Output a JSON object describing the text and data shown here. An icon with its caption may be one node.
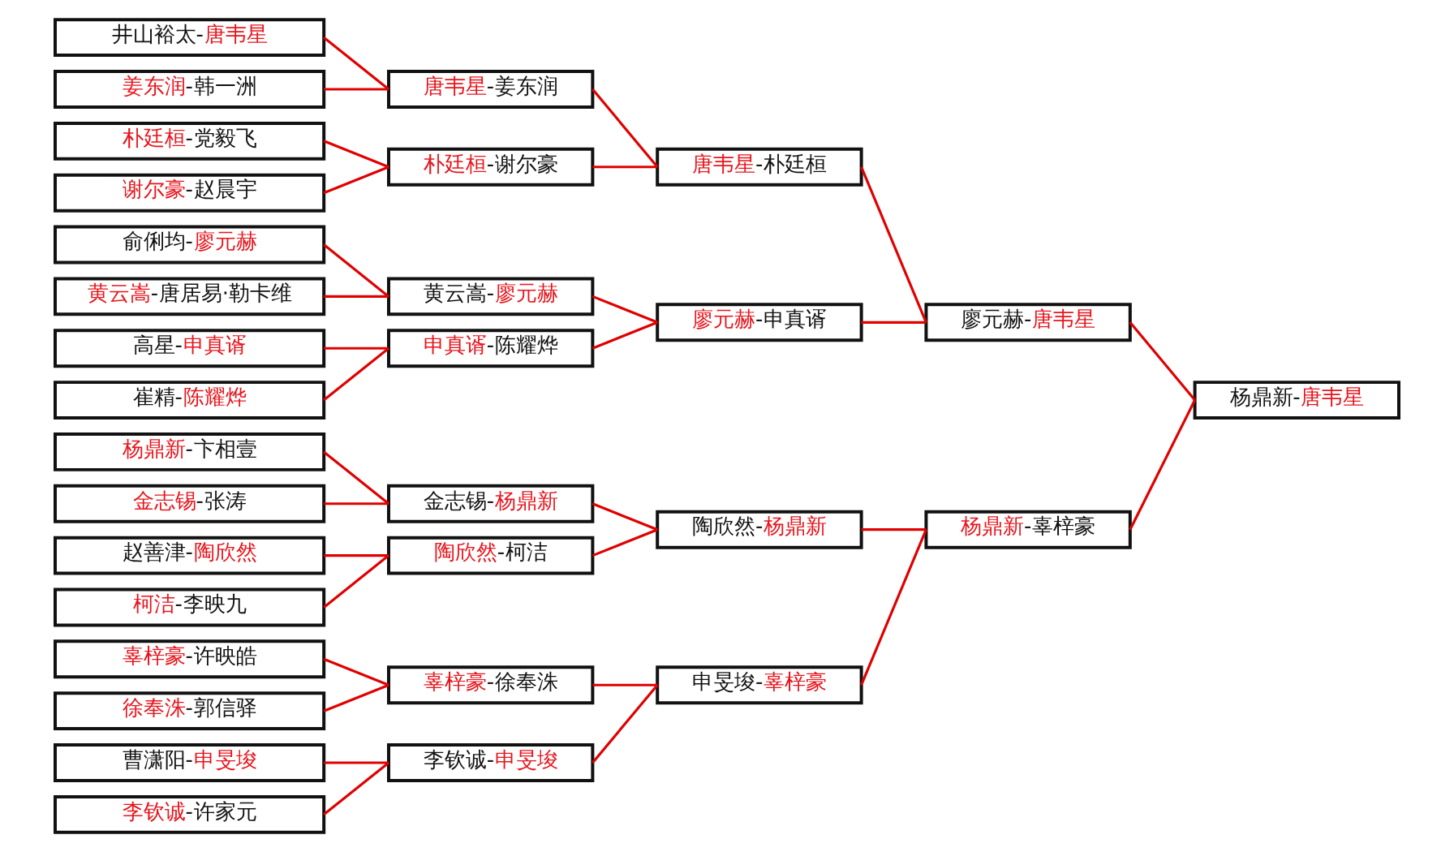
{
  "diagram": {
    "nodes": [
      {
        "text": [
          "井山裕太-唐韦星"
        ]
      },
      {
        "text": [
          "姜东润-韩一洲"
        ]
      },
      {
        "text": [
          "朴廷桓-党毅飞"
        ]
      },
      {
        "text": [
          "谢尔豪-赵晨宇"
        ]
      },
      {
        "text": [
          "俞俐均-廖元赫"
        ]
      },
      {
        "text": [
          "黄云嵩-唐居易·勒卡维"
        ]
      },
      {
        "text": [
          "高星-申真谞"
        ]
      },
      {
        "text": [
          "崔精-陈耀烨"
        ]
      },
      {
        "text": [
          "杨鼎新-卞相壹"
        ]
      },
      {
        "text": [
          "金志锡-张涛"
        ]
      },
      {
        "text": [
          "赵善津-陶欣然"
        ]
      },
      {
        "text": [
          "柯洁-李映九"
        ]
      },
      {
        "text": [
          "辜梓豪-许映皓"
        ]
      },
      {
        "text": [
          "徐奉洙-郭信驿"
        ]
      },
      {
        "text": [
          "曹潇阳-申旻埈"
        ]
      },
      {
        "text": [
          "李钦诚-许家元"
        ]
      },
      {
        "text": [
          "唐韦星-姜东润"
        ]
      },
      {
        "text": [
          "朴廷桓-谢尔豪"
        ]
      },
      {
        "text": [
          "黄云嵩-廖元赫"
        ]
      },
      {
        "text": [
          "申真谞-陈耀烨"
        ]
      },
      {
        "text": [
          "金志锡-杨鼎新"
        ]
      },
      {
        "text": [
          "陶欣然-柯洁"
        ]
      },
      {
        "text": [
          "辜梓豪-徐奉洙"
        ]
      },
      {
        "text": [
          "李钦诚-申旻埈"
        ]
      },
      {
        "text": [
          "唐韦星-朴廷桓"
        ]
      },
      {
        "text": [
          "廖元赫-申真谞"
        ]
      },
      {
        "text": [
          "陶欣然-杨鼎新"
        ]
      },
      {
        "text": [
          "申旻埈-辜梓豪"
        ]
      },
      {
        "text": [
          "廖元赫-唐韦星"
        ]
      },
      {
        "text": [
          "杨鼎新-辜梓豪"
        ]
      },
      {
        "text": [
          "杨鼎新-唐韦星"
        ]
      }
    ],
    "edges": [
      {
        "from": 0,
        "to": 16,
        "arrow": "none"
      },
      {
        "from": 1,
        "to": 16,
        "arrow": "none"
      },
      {
        "from": 2,
        "to": 17,
        "arrow": "none"
      },
      {
        "from": 3,
        "to": 17,
        "arrow": "none"
      },
      {
        "from": 4,
        "to": 18,
        "arrow": "none"
      },
      {
        "from": 5,
        "to": 18,
        "arrow": "none"
      },
      {
        "from": 6,
        "to": 19,
        "arrow": "none"
      },
      {
        "from": 7,
        "to": 19,
        "arrow": "none"
      },
      {
        "from": 8,
        "to": 20,
        "arrow": "none"
      },
      {
        "from": 9,
        "to": 20,
        "arrow": "none"
      },
      {
        "from": 10,
        "to": 21,
        "arrow": "none"
      },
      {
        "from": 11,
        "to": 21,
        "arrow": "none"
      },
      {
        "from": 12,
        "to": 22,
        "arrow": "none"
      },
      {
        "from": 13,
        "to": 22,
        "arrow": "none"
      },
      {
        "from": 14,
        "to": 23,
        "arrow": "none"
      },
      {
        "from": 15,
        "to": 23,
        "arrow": "none"
      },
      {
        "from": 16,
        "to": 24,
        "arrow": "none"
      },
      {
        "from": 17,
        "to": 24,
        "arrow": "none"
      },
      {
        "from": 18,
        "to": 25,
        "arrow": "none"
      },
      {
        "from": 19,
        "to": 25,
        "arrow": "none"
      },
      {
        "from": 20,
        "to": 26,
        "arrow": "none"
      },
      {
        "from": 21,
        "to": 26,
        "arrow": "none"
      },
      {
        "from": 22,
        "to": 27,
        "arrow": "none"
      },
      {
        "from": 23,
        "to": 27,
        "arrow": "none"
      },
      {
        "from": 24,
        "to": 28,
        "arrow": "none"
      },
      {
        "from": 25,
        "to": 28,
        "arrow": "none"
      },
      {
        "from": 26,
        "to": 29,
        "arrow": "none"
      },
      {
        "from": 27,
        "to": 29,
        "arrow": "none"
      },
      {
        "from": 28,
        "to": 30,
        "arrow": "none"
      },
      {
        "from": 29,
        "to": 30,
        "arrow": "none"
      }
    ]
  }
}
